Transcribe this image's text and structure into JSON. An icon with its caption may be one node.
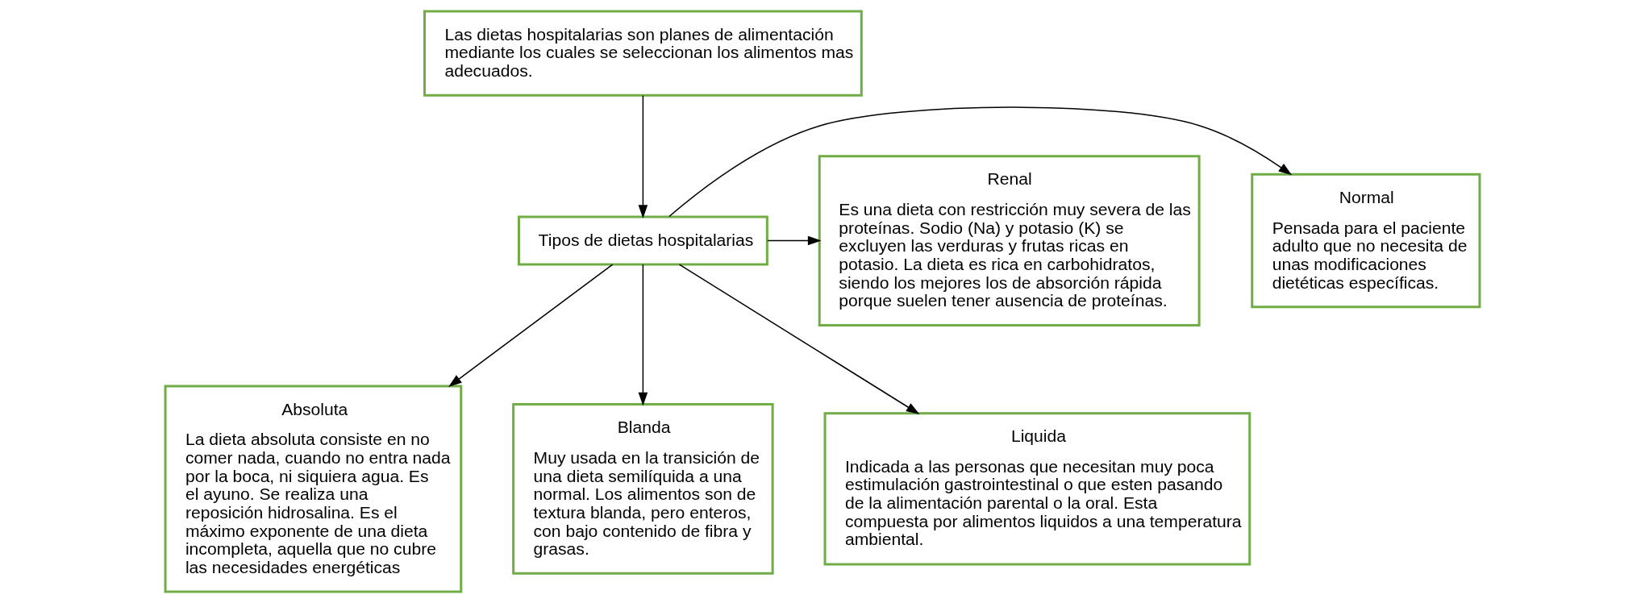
{
  "diagram": {
    "nodes": [
      {
        "text": [
          "Normal",
          "Pensada para el paciente adulto que no necesita de unas modificaciones dietéticas específicas."
        ]
      },
      {
        "text": [
          "Las dietas hospitalarias son planes de alimentación mediante los cuales se seleccionan los alimentos mas adecuados."
        ]
      },
      {
        "text": [
          "Renal",
          "Es una dieta con restricción muy severa de las proteínas. Sodio (Na) y potasio (K) se excluyen las verduras y frutas ricas en potasio. La dieta es rica en carbohidratos, siendo los mejores los de absorción rápida porque suelen tener ausencia de proteínas."
        ]
      },
      {
        "text": [
          "Tipos de dietas hospitalarias"
        ]
      },
      {
        "text": [
          "Absoluta",
          "La dieta absoluta consiste en no comer nada, cuando no entra nada por la boca, ni siquiera agua. Es el ayuno. Se realiza una reposición hidrosalina. Es el máximo exponente de una dieta incompleta, aquella que no cubre las necesidades energéticas"
        ]
      },
      {
        "text": [
          "Blanda",
          "Muy usada en la transición de una dieta semilíquida a una normal. Los alimentos son de textura blanda, pero enteros, con bajo contenido de fibra y grasas."
        ]
      },
      {
        "text": [
          "Liquida",
          "Indicada a las personas que necesitan muy poca estimulación gastrointestinal o que esten pasando de la alimentación parental o la oral. Esta compuesta por alimentos liquidos a una temperatura ambiental."
        ]
      }
    ],
    "edges": [
      {
        "from": 1,
        "to": 3,
        "arrow": "to"
      },
      {
        "from": 3,
        "to": 0,
        "arrow": "to"
      },
      {
        "from": 3,
        "to": 2,
        "arrow": "to"
      },
      {
        "from": 3,
        "to": 4,
        "arrow": "to"
      },
      {
        "from": 3,
        "to": 5,
        "arrow": "to"
      },
      {
        "from": 3,
        "to": 6,
        "arrow": "to"
      }
    ]
  }
}
